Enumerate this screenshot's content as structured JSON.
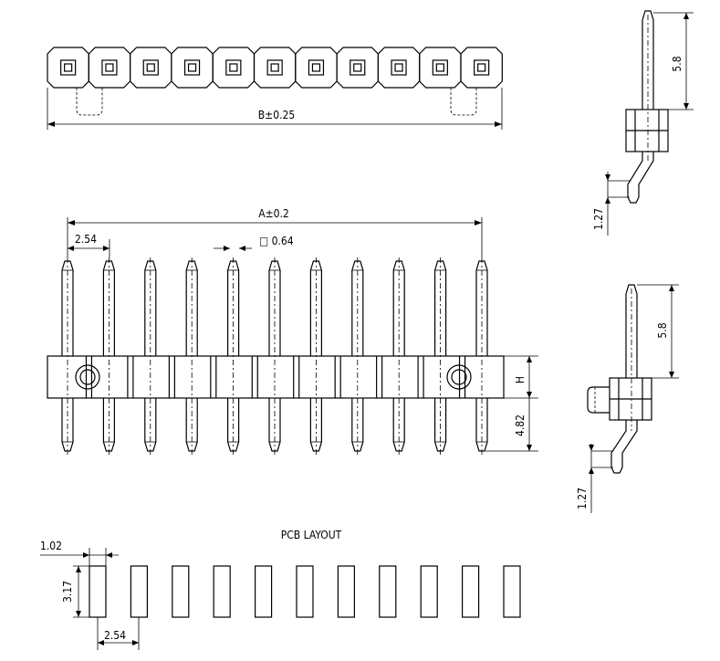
{
  "labels": {
    "b_dim": "B±0.25",
    "a_dim": "A±0.2",
    "pitch_top": "2.54",
    "pin_square": "□ 0.64",
    "side1_height": "5.8",
    "side1_offset": "1.27",
    "side2_height": "5.8",
    "side2_offset": "1.27",
    "insulator_h": "H",
    "tail_len": "4.82",
    "pcb_title": "PCB LAYOUT",
    "pad_width": "1.02",
    "pad_length": "3.17",
    "pad_pitch": "2.54"
  },
  "pin_count": 11
}
